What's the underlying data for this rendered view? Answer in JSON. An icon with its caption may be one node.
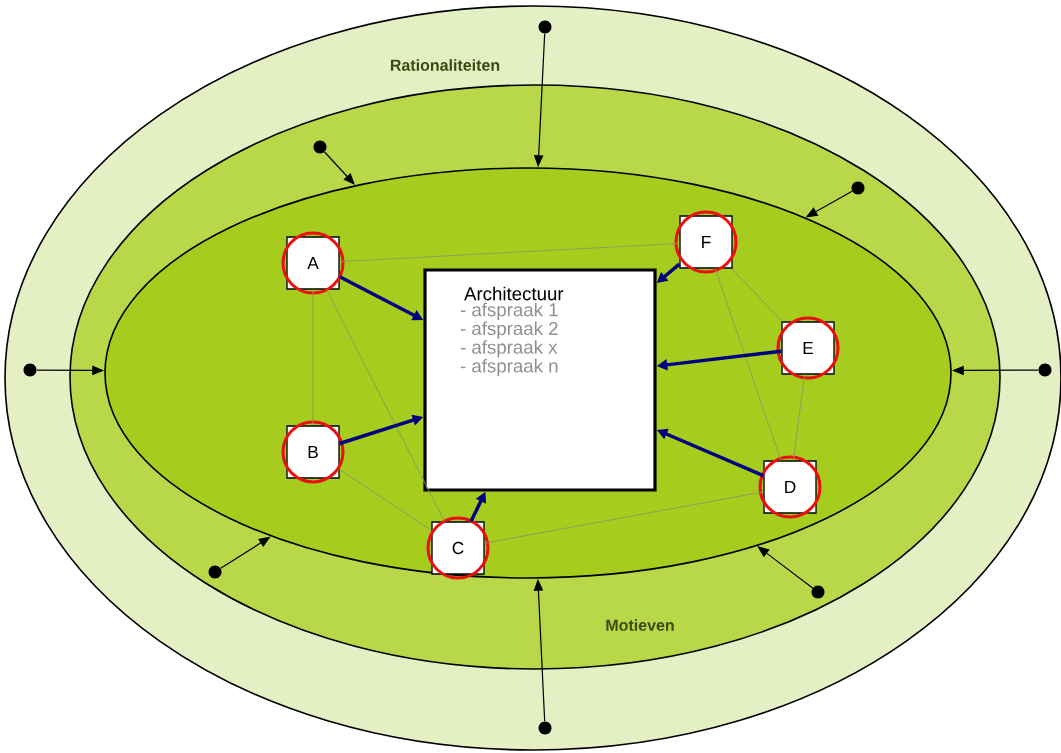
{
  "diagram": {
    "nodes": [
      {
        "text": [
          "Rationaliteiten"
        ]
      },
      {
        "text": [
          "Motieven"
        ],
        "in": 0
      },
      {
        "text": [],
        "shape": "ellipse",
        "in": 1
      },
      {
        "text": [
          "Architectuur",
          "- afspraak 1",
          "- afspraak 2",
          "- afspraak x",
          "- afspraak n"
        ],
        "in": 2
      },
      {
        "text": [
          "A"
        ],
        "in": 2
      },
      {
        "text": [
          "B"
        ],
        "in": 2
      },
      {
        "text": [
          "C"
        ],
        "in": 2
      },
      {
        "text": [
          "D"
        ],
        "in": 2
      },
      {
        "text": [
          "E"
        ],
        "in": 2
      },
      {
        "text": [
          "F"
        ],
        "in": 2
      },
      {
        "text": [],
        "shape": "circle",
        "in": 0
      },
      {
        "text": [],
        "shape": "circle",
        "in": 1
      },
      {
        "text": [],
        "shape": "circle",
        "in": 1
      },
      {
        "text": [],
        "shape": "circle",
        "in": 0
      },
      {
        "text": [],
        "shape": "circle",
        "in": 0
      },
      {
        "text": [],
        "shape": "circle",
        "in": 1
      },
      {
        "text": [],
        "shape": "circle",
        "in": 1
      },
      {
        "text": [],
        "shape": "circle",
        "in": 0
      }
    ],
    "edges": [
      {
        "from": 4,
        "to": 5,
        "arrow": "none",
        "color": "#8c9a5c"
      },
      {
        "from": 4,
        "to": 9,
        "arrow": "none",
        "color": "#8c9a5c"
      },
      {
        "from": 4,
        "to": 6,
        "arrow": "none",
        "color": "#8c9a5c"
      },
      {
        "from": 5,
        "to": 6,
        "arrow": "none",
        "color": "#8c9a5c"
      },
      {
        "from": 6,
        "to": 7,
        "arrow": "none",
        "color": "#8c9a5c"
      },
      {
        "from": 7,
        "to": 8,
        "arrow": "none",
        "color": "#8c9a5c"
      },
      {
        "from": 8,
        "to": 9,
        "arrow": "none",
        "color": "#8c9a5c"
      },
      {
        "from": 9,
        "to": 7,
        "arrow": "none",
        "color": "#8c9a5c"
      },
      {
        "from": 4,
        "to": 3,
        "arrow": "to",
        "style": "thick",
        "color": "#000080"
      },
      {
        "from": 5,
        "to": 3,
        "arrow": "to",
        "style": "thick",
        "color": "#000080"
      },
      {
        "from": 6,
        "to": 3,
        "arrow": "to",
        "style": "thick",
        "color": "#000080"
      },
      {
        "from": 7,
        "to": 3,
        "arrow": "to",
        "style": "thick",
        "color": "#000080"
      },
      {
        "from": 8,
        "to": 3,
        "arrow": "to",
        "style": "thick",
        "color": "#000080"
      },
      {
        "from": 9,
        "to": 3,
        "arrow": "to",
        "style": "thick",
        "color": "#000080"
      },
      {
        "from": 10,
        "to": 2,
        "arrow": "to",
        "color": "#000000"
      },
      {
        "from": 11,
        "to": 2,
        "arrow": "to",
        "color": "#000000"
      },
      {
        "from": 12,
        "to": 2,
        "arrow": "to",
        "color": "#000000"
      },
      {
        "from": 13,
        "to": 2,
        "arrow": "to",
        "color": "#000000"
      },
      {
        "from": 14,
        "to": 2,
        "arrow": "to",
        "color": "#000000"
      },
      {
        "from": 15,
        "to": 2,
        "arrow": "to",
        "color": "#000000"
      },
      {
        "from": 16,
        "to": 2,
        "arrow": "to",
        "color": "#000000"
      },
      {
        "from": 17,
        "to": 2,
        "arrow": "to",
        "color": "#000000"
      }
    ]
  }
}
